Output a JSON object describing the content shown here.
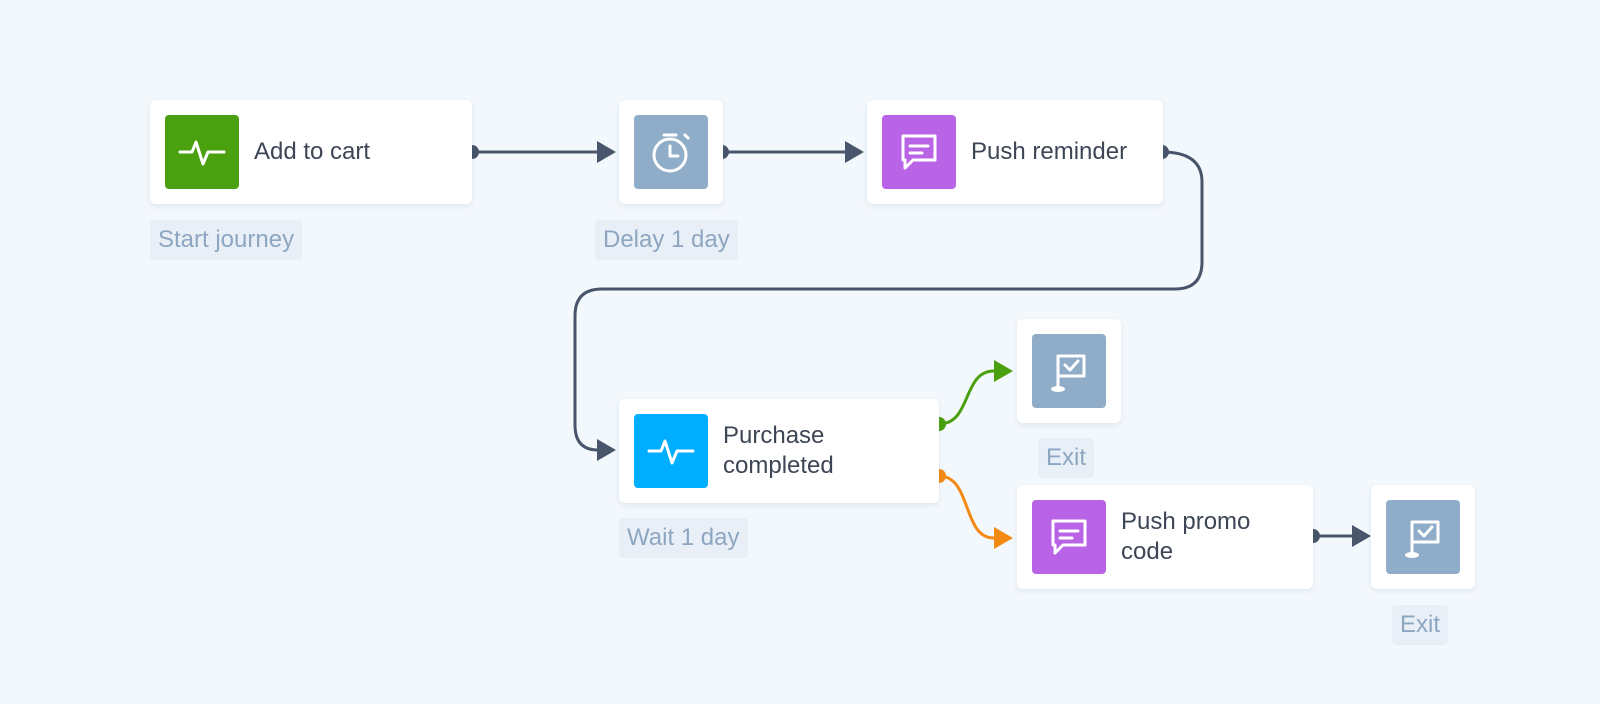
{
  "colors": {
    "background": "#f3f8fc",
    "connector": "#48556a",
    "yes_branch": "#4aa00e",
    "no_branch": "#f28a14",
    "event_green": "#4aa00e",
    "event_blue": "#00aeff",
    "message_purple": "#b964e6",
    "neutral_icon": "#8fadc8",
    "tag_text": "#8da6c2"
  },
  "nodes": {
    "add_to_cart": {
      "label": "Add to cart",
      "icon": "activity-icon",
      "tag": "Start journey"
    },
    "delay": {
      "icon": "stopwatch-icon",
      "tag": "Delay 1 day"
    },
    "push_reminder": {
      "label": "Push reminder",
      "icon": "message-icon"
    },
    "purchase_completed": {
      "label_line1": "Purchase",
      "label_line2": "completed",
      "icon": "activity-icon",
      "tag": "Wait 1 day"
    },
    "exit_top": {
      "icon": "flag-check-icon",
      "tag": "Exit"
    },
    "push_promo": {
      "label_line1": "Push promo",
      "label_line2": "code",
      "icon": "message-icon"
    },
    "exit_bottom": {
      "icon": "flag-check-icon",
      "tag": "Exit"
    }
  }
}
